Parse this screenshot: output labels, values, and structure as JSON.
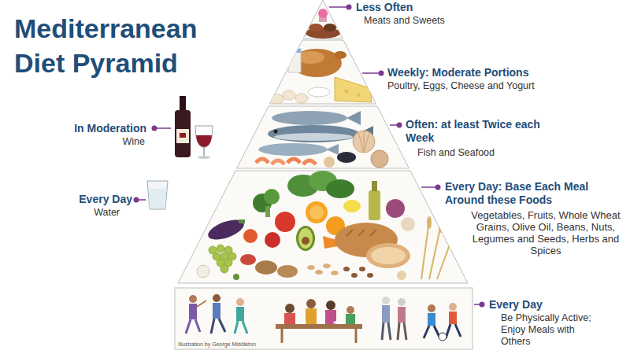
{
  "diagram": {
    "title": "Mediterranean Diet Pyramid",
    "labels": [
      "Less Often",
      "Meats and Sweets",
      "Weekly: Moderate Portions",
      "Poultry, Eggs, Cheese and Yogurt",
      "In Moderation",
      "Wine",
      "Often: at least Twice each Week",
      "Fish and Seafood",
      "Every Day",
      "Water",
      "Every Day: Base Each Meal Around these Foods",
      "Vegetables, Fruits, Whole Wheat Grains, Olive Oil, Beans, Nuts, Legumes and Seeds, Herbs and Spices",
      "Every Day",
      "Be Physically Active; Enjoy Meals with Others",
      "Illustration by George Middleton"
    ]
  }
}
